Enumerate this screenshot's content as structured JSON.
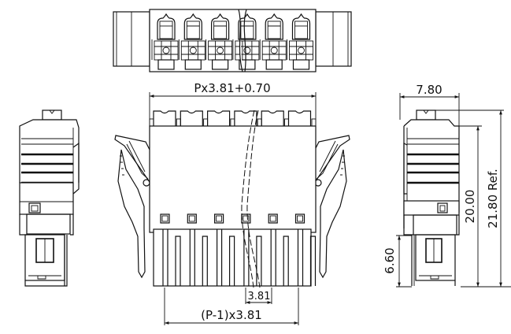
{
  "drawing": {
    "title": "Pluggable terminal block connector, 3.81 mm pitch",
    "line_color": "#111111",
    "background": "#ffffff"
  },
  "dimensions": {
    "overall_length": "Px3.81+0.70",
    "pitch": "3.81",
    "pin_span": "(P-1)x3.81",
    "width": "7.80",
    "height": "20.00",
    "total_height": "21.80 Ref.",
    "pin_length": "6.60"
  },
  "views": {
    "top": {
      "positions": 6
    },
    "front": {
      "positions": 6
    },
    "left": {},
    "right": {}
  }
}
